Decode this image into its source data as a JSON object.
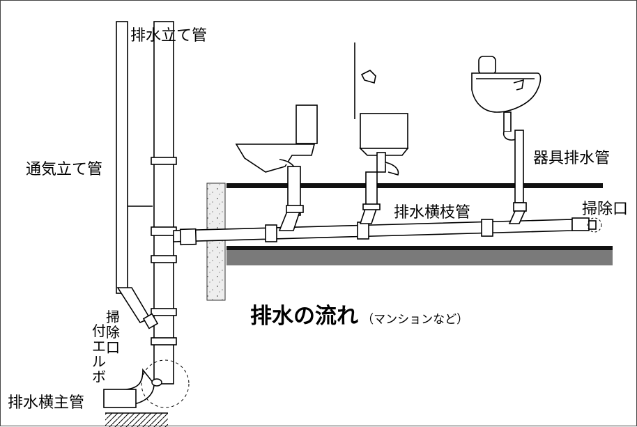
{
  "diagram": {
    "title": "排水の流れ",
    "subtitle": "（マンションなど）",
    "labels": {
      "drain_stack": "排水立て管",
      "vent_stack": "通気立て管",
      "fixture_drain": "器具排水管",
      "branch_drain": "排水横枝管",
      "cleanout": "掃除口",
      "cleanout_elbow_col1": "掃除口",
      "cleanout_elbow_col2": "付エルボ",
      "building_drain": "排水横主管"
    },
    "fixtures": [
      "toilet",
      "wall-tank-toilet",
      "washbasin"
    ]
  }
}
